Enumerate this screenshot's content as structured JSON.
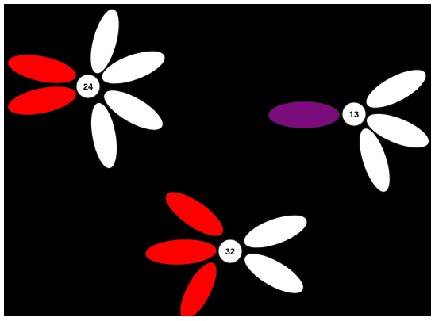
{
  "colors": {
    "background": "#000000",
    "frame": "#ffffff",
    "petal_white": "#ffffff",
    "petal_red": "#ff0000",
    "petal_purple": "#7b0c7b"
  },
  "flowers": [
    {
      "label": "24",
      "petals": [
        "white",
        "white",
        "white",
        "white",
        "red",
        "red"
      ]
    },
    {
      "label": "13",
      "petals": [
        "white",
        "white",
        "white",
        "purple"
      ]
    },
    {
      "label": "32",
      "petals": [
        "white",
        "white",
        "red",
        "red",
        "red"
      ]
    }
  ]
}
